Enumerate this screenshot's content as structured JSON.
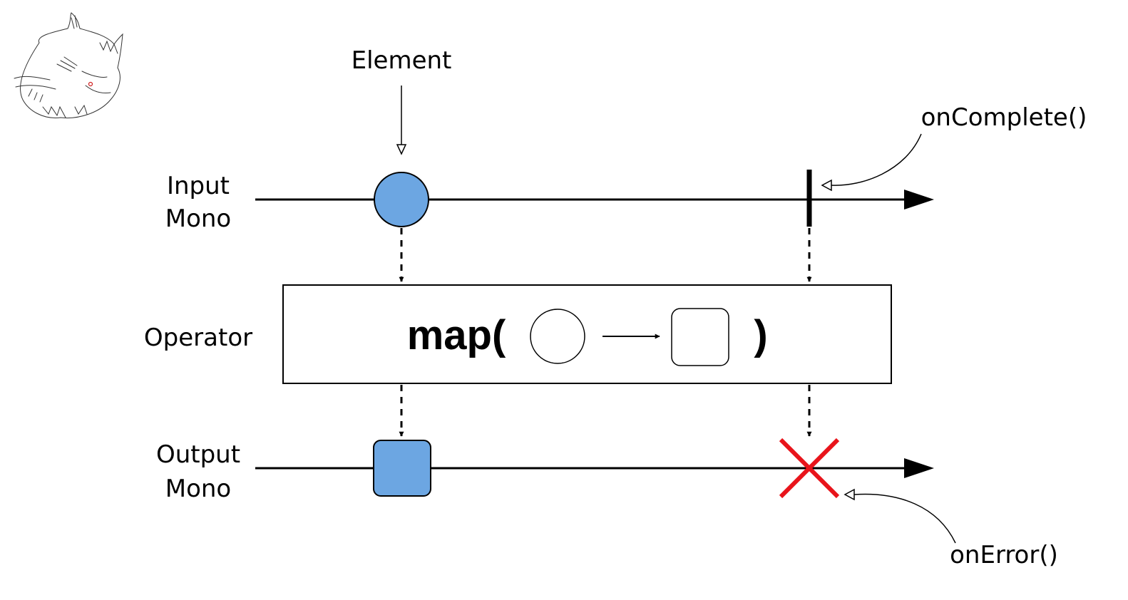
{
  "labels": {
    "element": "Element",
    "input_line1": "Input",
    "input_line2": "Mono",
    "operator": "Operator",
    "output_line1": "Output",
    "output_line2": "Mono",
    "on_complete": "onComplete()",
    "on_error": "onError()",
    "map_open": "map(",
    "map_close": ")"
  },
  "colors": {
    "element_fill": "#6ca6e2",
    "error_mark": "#e8141b",
    "line": "#000000"
  },
  "icons": {
    "logo": "cat-sketch-icon"
  }
}
